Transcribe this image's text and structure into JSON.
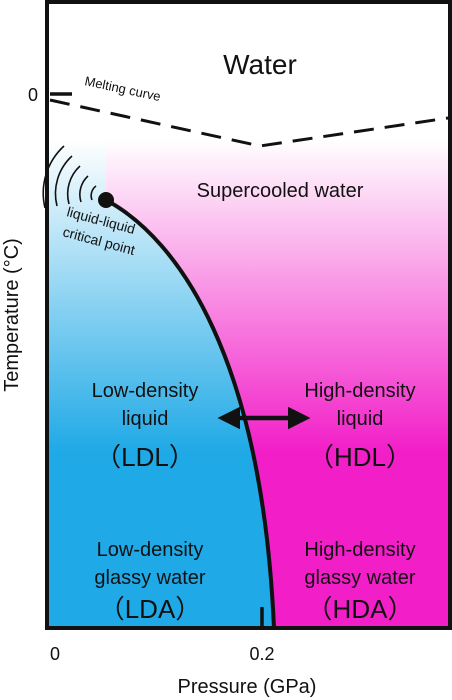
{
  "title": "Water",
  "axes": {
    "x_label": "Pressure (GPa)",
    "y_label": "Temperature (°C)",
    "x_ticks": [
      "0",
      "0.2"
    ],
    "y_ticks": [
      "0"
    ]
  },
  "curves": {
    "melting": "Melting curve",
    "critical_point_line1": "liquid-liquid",
    "critical_point_line2": "critical point"
  },
  "regions": {
    "supercooled": "Supercooled water",
    "ldl_line1": "Low-density",
    "ldl_line2": "liquid",
    "ldl_abbr": "（LDL）",
    "hdl_line1": "High-density",
    "hdl_line2": "liquid",
    "hdl_abbr": "（HDL）",
    "lda_line1": "Low-density",
    "lda_line2": "glassy water",
    "lda_abbr": "（LDA）",
    "hda_line1": "High-density",
    "hda_line2": "glassy water",
    "hda_abbr": "（HDA）"
  },
  "colors": {
    "low_density": "#1fa9e6",
    "high_density": "#f21ec8",
    "line": "#111111"
  }
}
